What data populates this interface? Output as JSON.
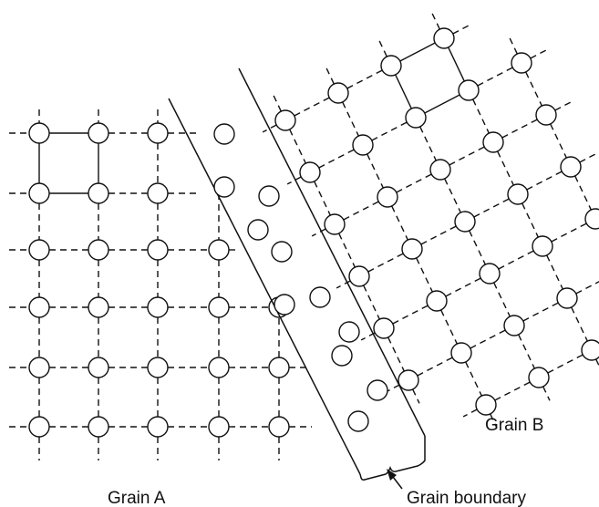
{
  "labels": {
    "grain_a": "Grain A",
    "grain_b": "Grain B",
    "grain_boundary": "Grain boundary"
  },
  "colors": {
    "line": "#111111",
    "atom_fill": "#ffffff"
  }
}
